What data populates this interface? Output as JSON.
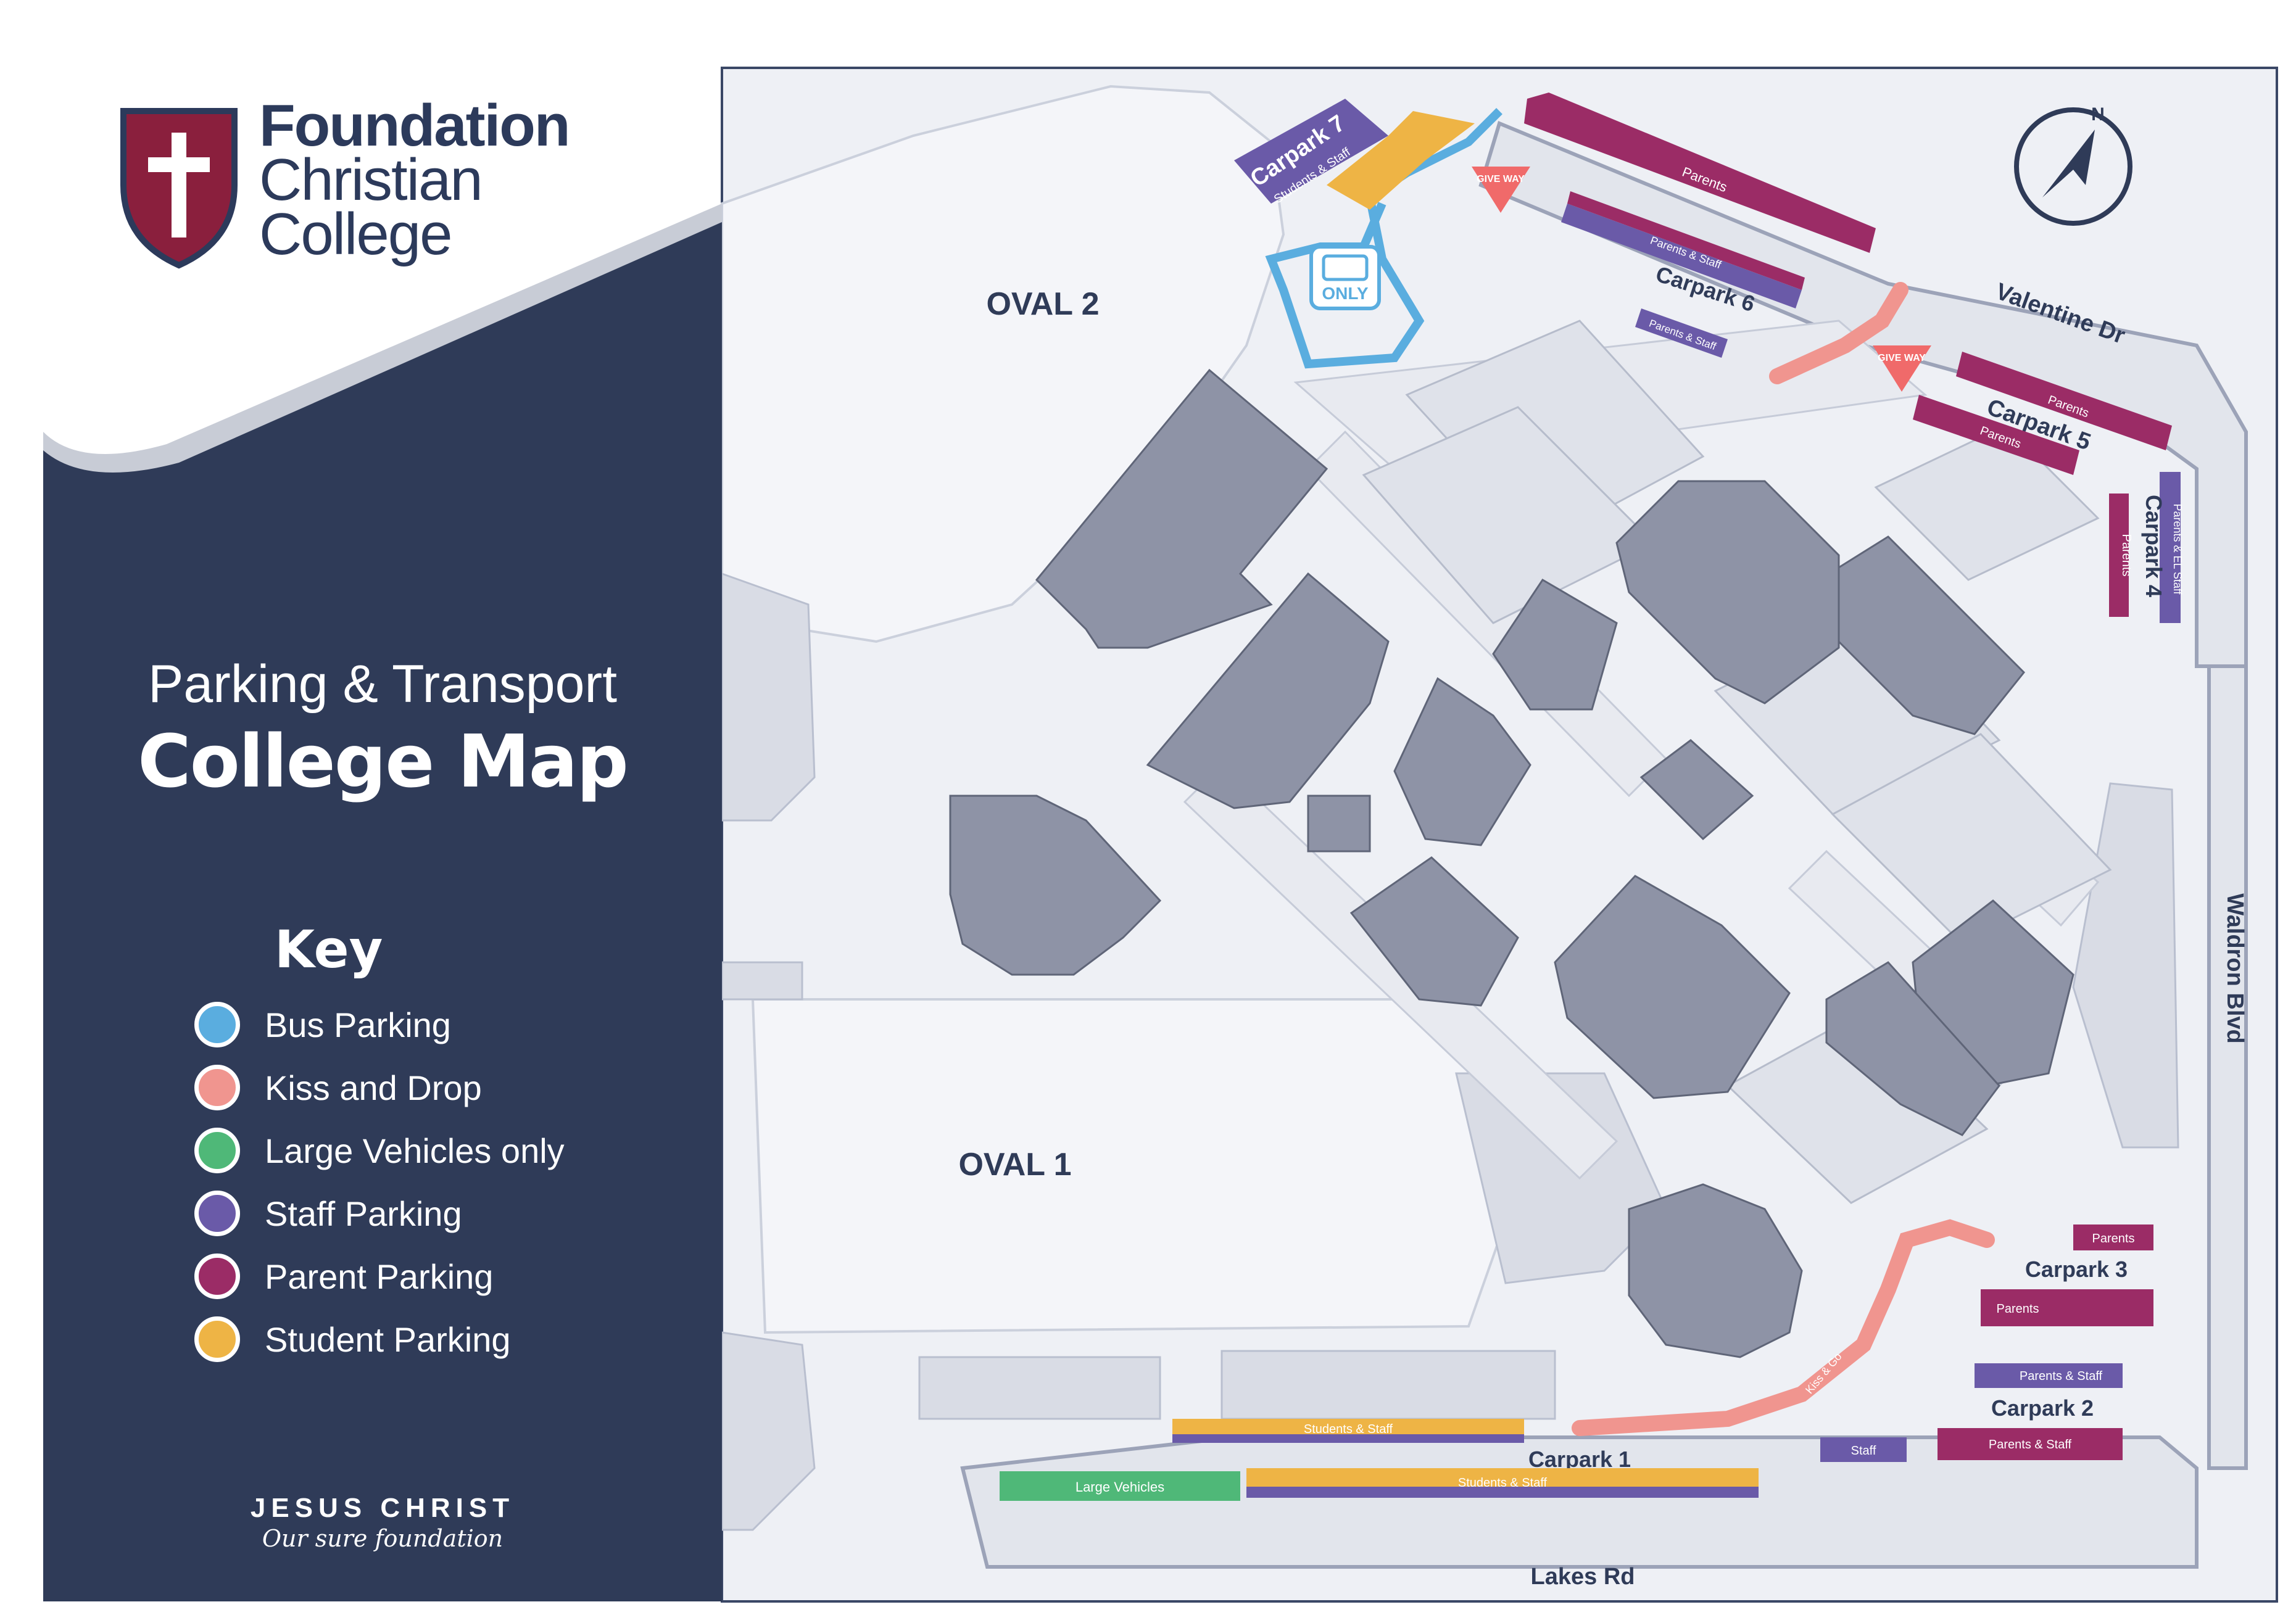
{
  "college": {
    "name_line1": "Foundation",
    "name_line2": "Christian",
    "name_line3": "College",
    "motto_main": "JESUS CHRIST",
    "motto_sub": "Our sure foundation"
  },
  "title": {
    "line1": "Parking & Transport",
    "line2": "College Map"
  },
  "key": {
    "title": "Key",
    "items": [
      {
        "label": "Bus Parking",
        "color": "#5aaddf"
      },
      {
        "label": "Kiss and Drop",
        "color": "#f0958f"
      },
      {
        "label": "Large Vehicles only",
        "color": "#4fb878"
      },
      {
        "label": "Staff Parking",
        "color": "#6a5aa8"
      },
      {
        "label": "Parent Parking",
        "color": "#9b2c66"
      },
      {
        "label": "Student Parking",
        "color": "#eeb445"
      }
    ]
  },
  "colors": {
    "navy": "#2f3b58",
    "ground": "#eef0f5",
    "building": "#8e93a6",
    "oval": "#f3f4f8",
    "road": "#e4e6ed"
  },
  "map": {
    "ovals": [
      "OVAL 2",
      "OVAL 1"
    ],
    "roads": [
      "Valentine Dr",
      "Waldron Blvd",
      "Lakes Rd"
    ],
    "north": "N",
    "bus_only": "ONLY",
    "give_way": "GIVE WAY",
    "carparks": {
      "cp7": {
        "name": "Carpark 7",
        "sub": "Students & Staff"
      },
      "cp6": {
        "name": "Carpark 6",
        "bay_top": "Parents & Staff",
        "bay_bottom": "Parents & Staff"
      },
      "cp5": {
        "name": "Carpark 5",
        "bay_top": "Parents",
        "bay_bottom": "Parents"
      },
      "cp4": {
        "name": "Carpark 4",
        "bay_left": "Parents",
        "bay_right": "Parents & EL Staff"
      },
      "cp3": {
        "name": "Carpark 3",
        "bay_top": "Parents",
        "bay_bottom": "Parents"
      },
      "cp2": {
        "name": "Carpark 2",
        "bay_top": "Parents & Staff",
        "bay_bottom": "Parents & Staff",
        "staff": "Staff"
      },
      "cp1": {
        "name": "Carpark 1",
        "bay_top": "Students & Staff",
        "bay_bottom": "Students & Staff",
        "large": "Large Vehicles"
      },
      "front_parents": "Parents"
    },
    "kiss_go": "Kiss & Go"
  }
}
